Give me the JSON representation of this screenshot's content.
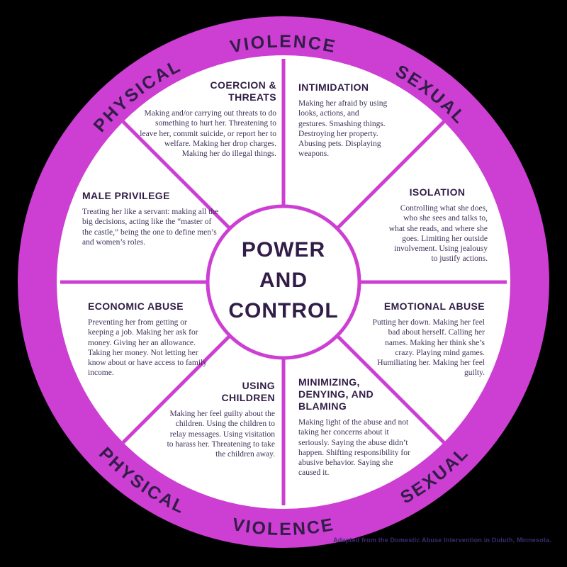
{
  "colors": {
    "ring": "#cd3ed2",
    "ink": "#311d47",
    "body_text": "#3f3158",
    "attribution": "#3b2b72",
    "background": "#000000",
    "wheel_face": "#ffffff"
  },
  "wheel": {
    "center": {
      "line1": "POWER",
      "line2": "AND",
      "line3": "CONTROL"
    },
    "ring_labels": {
      "top_left": "PHYSICAL",
      "top_center": "VIOLENCE",
      "top_right": "SEXUAL",
      "bottom_left": "PHYSICAL",
      "bottom_center": "VIOLENCE",
      "bottom_right": "SEXUAL"
    }
  },
  "wedges": [
    {
      "title": "COERCION &\nTHREATS",
      "body": "Making and/or carrying out threats to do something to hurt her. Threatening to leave her, commit suicide, or report her to welfare. Making her drop charges. Making her do illegal things."
    },
    {
      "title": "INTIMIDATION",
      "body": "Making her afraid by using looks, actions, and gestures. Smashing things. Destroying her property. Abusing pets. Displaying weapons."
    },
    {
      "title": "ISOLATION",
      "body": "Controlling what she does, who she sees and talks to, what she reads, and where she goes. Limiting her outside involvement. Using jealousy to justify actions."
    },
    {
      "title": "EMOTIONAL ABUSE",
      "body": "Putting her down. Making her feel bad about herself. Calling her names. Making her think she’s crazy. Playing mind games. Humiliating her. Making her feel guilty."
    },
    {
      "title": "MINIMIZING,\nDENYING, AND\nBLAMING",
      "body": "Making light of the abuse and not taking her concerns about it seriously. Saying the abuse didn’t happen. Shifting responsibility for abusive behavior. Saying she caused it."
    },
    {
      "title": "USING\nCHILDREN",
      "body": "Making her feel guilty about the children. Using the children to relay messages. Using visitation to harass her. Threatening to take the children away."
    },
    {
      "title": "ECONOMIC ABUSE",
      "body": "Preventing her from getting or keeping a job. Making her ask for money. Giving her an allowance. Taking her money. Not letting her know about or have access to family income."
    },
    {
      "title": "MALE PRIVILEGE",
      "body": "Treating her like a servant: making all the big decisions, acting like the “master of the castle,” being the one to define men’s and women’s roles."
    }
  ],
  "attribution": "Adapted from the Domestic Abuse Intervention in Duluth, Minnesota."
}
